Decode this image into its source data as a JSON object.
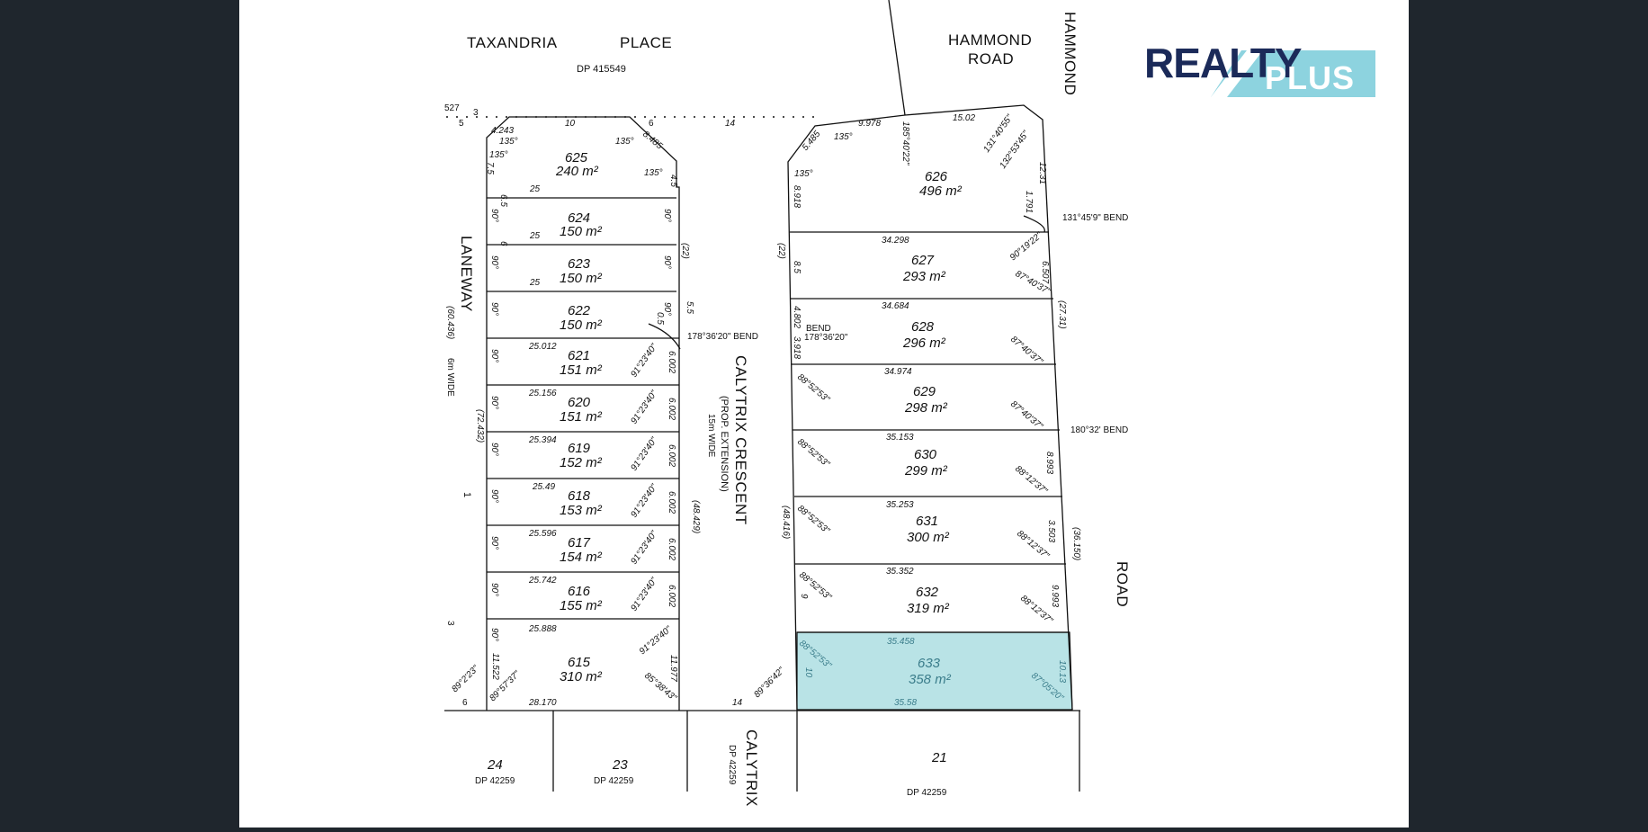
{
  "logo": {
    "word1": "REALTY",
    "word2": "PLUS"
  },
  "colors": {
    "highlight": "#b9e3e6",
    "logo_navy": "#1b2a59",
    "logo_teal": "#8dd3df",
    "frame": "#1f262d"
  },
  "roads": {
    "taxandria": "TAXANDRIA",
    "place": "PLACE",
    "dp_top": "DP 415549",
    "hammond_road_1": "HAMMOND",
    "hammond_road_2": "ROAD",
    "hammond_vertical": "HAMMOND",
    "road_right": "ROAD",
    "laneway": "LANEWAY",
    "laneway_wide": "6m WIDE",
    "laneway_len": "(60.436)",
    "calytrix": "CALYTRIX CRESCENT",
    "calytrix_sub": "(PROP. EXTENSION)",
    "calytrix_wide": "15m WIDE",
    "calytrix_bottom": "CALYTRIX",
    "dp_calytrix": "DP 42259"
  },
  "corner_numbers": {
    "n527": "527",
    "n5": "5",
    "n3": "3",
    "n6": "6",
    "n10": "10",
    "n14": "14"
  },
  "lots_left": [
    {
      "num": "625",
      "area": "240 m²",
      "dim": "25"
    },
    {
      "num": "624",
      "area": "150 m²",
      "dim": "25"
    },
    {
      "num": "623",
      "area": "150 m²",
      "dim": "25"
    },
    {
      "num": "622",
      "area": "150 m²",
      "dim": ""
    },
    {
      "num": "621",
      "area": "151 m²",
      "dim": "25.012"
    },
    {
      "num": "620",
      "area": "151 m²",
      "dim": "25.156"
    },
    {
      "num": "619",
      "area": "152 m²",
      "dim": "25.394"
    },
    {
      "num": "618",
      "area": "153 m²",
      "dim": "25.49"
    },
    {
      "num": "617",
      "area": "154 m²",
      "dim": "25.596"
    },
    {
      "num": "616",
      "area": "155 m²",
      "dim": "25.742"
    },
    {
      "num": "615",
      "area": "310 m²",
      "dim": "25.888"
    }
  ],
  "lots_right": [
    {
      "num": "626",
      "area": "496 m²",
      "dim": "15.02"
    },
    {
      "num": "627",
      "area": "293 m²",
      "dim": "34.298"
    },
    {
      "num": "628",
      "area": "296 m²",
      "dim": "34.684"
    },
    {
      "num": "629",
      "area": "298 m²",
      "dim": "34.974"
    },
    {
      "num": "630",
      "area": "299 m²",
      "dim": "35.153"
    },
    {
      "num": "631",
      "area": "300 m²",
      "dim": "35.253"
    },
    {
      "num": "632",
      "area": "319 m²",
      "dim": "35.352"
    },
    {
      "num": "633",
      "area": "358 m²",
      "dim": "35.458"
    }
  ],
  "bottom_lots": [
    {
      "num": "24",
      "dp": "DP 42259"
    },
    {
      "num": "23",
      "dp": "DP 42259"
    },
    {
      "num": "21",
      "dp": "DP 42259"
    }
  ],
  "annotations": {
    "bend_right_top": "131°45'9\" BEND",
    "bend_right_mid": "180°32' BEND",
    "bend_left": "178°36'20\" BEND",
    "len_22_left": "(22)",
    "len_22_right": "(22)",
    "len_2731": "(27.31)",
    "len_36150": "(36.150)",
    "len_48429": "(48.429)",
    "len_48416": "(48.416)",
    "len_72432": "(72.432)",
    "dim_10": "10",
    "dim_14": "14",
    "dim_9978": "9.978",
    "dim_28170": "28.170",
    "dim_3558": "35.58",
    "dim_6_bottom": "6",
    "dim_14_bottom": "14",
    "dim_1": "1",
    "dim_3": "3",
    "bend_628": "BEND",
    "bend_628_angle": "178°36'20\"",
    "angle_91_23": "91°23'40\"",
    "angle_87_40": "87°40'37\"",
    "angle_88_12": "88°12'37\"",
    "angle_88_52": "88°52'53\"",
    "angle_90": "90°",
    "angle_135": "135°",
    "dim_6002": "6.002",
    "dim_6_5": "6.5",
    "dim_7_5": "7.5",
    "dim_4_5": "4.5",
    "dim_1791": "1.791",
    "dim_12_31": "12.31",
    "dim_10_13": "10.13",
    "dim_11_977": "11.977",
    "dim_11_522": "11.522",
    "dim_6": "6",
    "dim_5_5": "5.5",
    "dim_0_5": "0.5",
    "dim_6_507": "6.507",
    "dim_8_5": "8.5",
    "dim_9": "9",
    "dim_4_802": "4.802",
    "dim_3_918": "3.918",
    "dim_3_503": "3.503",
    "dim_9_993": "9.993",
    "dim_8_993": "8.993",
    "dim_10b": "10",
    "dim_4_243": "4.243",
    "dim_8_485": "8.485",
    "dim_5_485": "5.485",
    "dim_8_918": "8.918",
    "angle_185": "185°40'22\"",
    "angle_131": "131°40'55\"",
    "angle_132": "132°53'45\"",
    "angle_90_19": "90°19'22\"",
    "angle_89_57": "89°57'37\"",
    "angle_89_2": "89°2'23\"",
    "angle_85_38": "85°38'43\"",
    "angle_89_36": "89°36'42\"",
    "angle_87_05": "87°05'20\""
  }
}
